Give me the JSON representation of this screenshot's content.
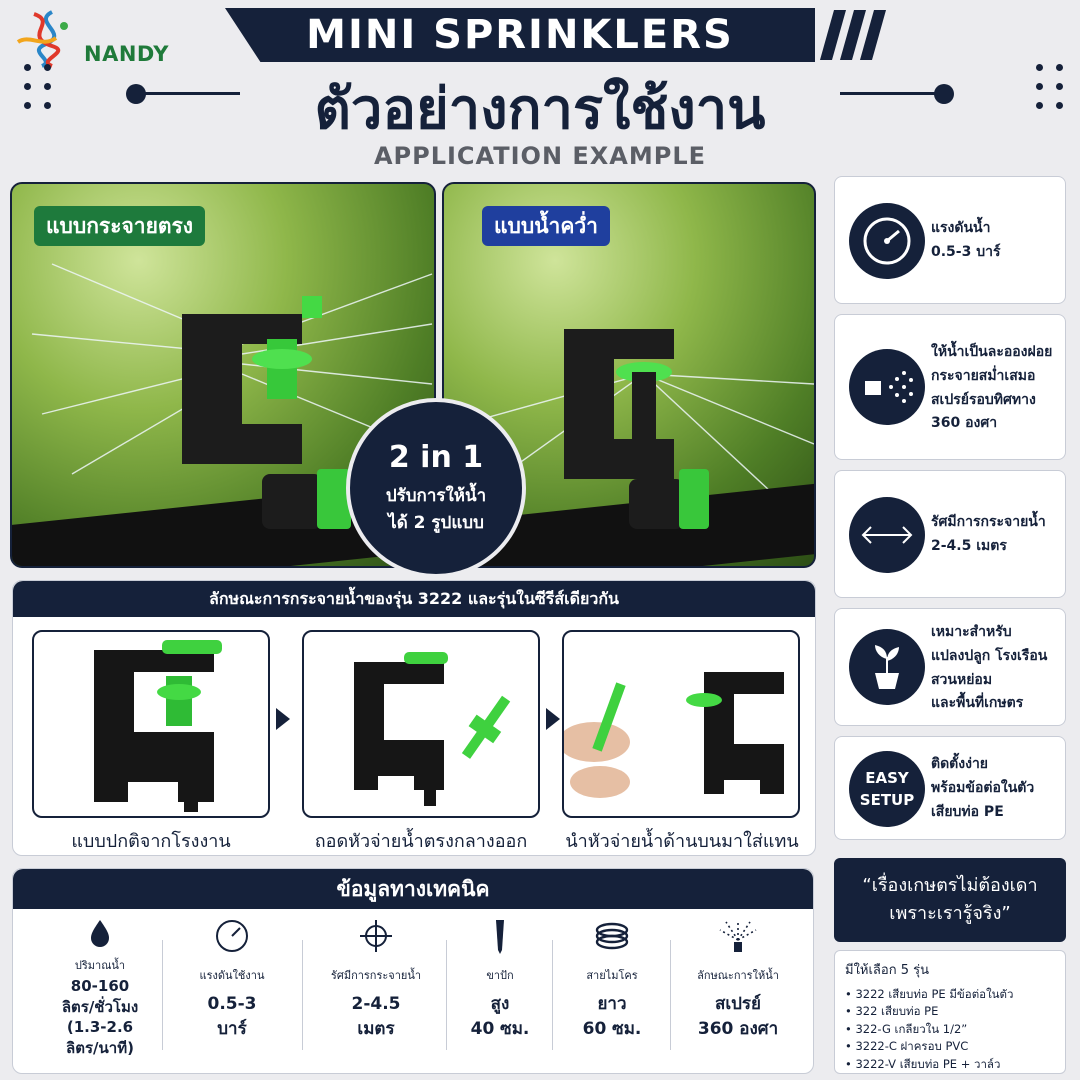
{
  "brand": {
    "name": "NANDY"
  },
  "header": {
    "title": "MINI   SPRINKLERS",
    "thai_title": "ตัวอย่างการใช้งาน",
    "subtitle": "APPLICATION EXAMPLE"
  },
  "photos": {
    "left_tag": "แบบกระจายตรง",
    "right_tag": "แบบน้ำคว่ำ",
    "badge": {
      "line1": "2 in 1",
      "line2": "ปรับการให้น้ำ",
      "line3": "ได้ 2 รูปแบบ"
    }
  },
  "colors": {
    "navy": "#15213a",
    "green_tag": "#1e7a3c",
    "blue_tag": "#1f3f9e",
    "nozzle_green": "#3fd13f"
  },
  "features": [
    {
      "icon": "gauge-icon",
      "lines": [
        "แรงดันน้ำ",
        "0.5-3 บาร์"
      ]
    },
    {
      "icon": "spray-nozzle-icon",
      "lines": [
        "ให้น้ำเป็นละอองฝอย",
        "กระจายสม่ำเสมอ",
        "สเปรย์รอบทิศทาง",
        "360 องศา"
      ]
    },
    {
      "icon": "radius-arrow-icon",
      "lines": [
        "รัศมีการกระจายน้ำ",
        "2-4.5 เมตร"
      ]
    },
    {
      "icon": "plant-pot-icon",
      "lines": [
        "เหมาะสำหรับ",
        "แปลงปลูก โรงเรือน",
        "สวนหย่อม",
        "และพื้นที่เกษตร"
      ]
    },
    {
      "icon": "easy-setup-icon",
      "icon_text_1": "EASY",
      "icon_text_2": "SETUP",
      "lines": [
        "ติดตั้งง่าย",
        "พร้อมข้อต่อในตัว",
        "เสียบท่อ PE"
      ]
    }
  ],
  "quote": {
    "line1": "“เรื่องเกษตรไม่ต้องเดา",
    "line2": "เพราะเรารู้จริง”"
  },
  "models": {
    "heading": "มีให้เลือก 5 รุ่น",
    "items": [
      "• 3222 เสียบท่อ PE มีข้อต่อในตัว",
      "• 322 เสียบท่อ PE",
      "• 322-G เกลียวใน 1/2”",
      "• 3222-C ฝาครอบ PVC",
      "• 3222-V เสียบท่อ PE + วาล์ว"
    ]
  },
  "steps": {
    "heading": "ลักษณะการกระจายน้ำของรุ่น 3222 และรุ่นในซีรีส์เดียวกัน",
    "captions": [
      "แบบปกติจากโรงงาน",
      "ถอดหัวจ่ายน้ำตรงกลางออก",
      "นำหัวจ่ายน้ำด้านบนมาใส่แทน"
    ]
  },
  "specs": {
    "heading": "ข้อมูลทางเทคนิค",
    "items": [
      {
        "icon": "water-drop-icon",
        "label": "ปริมาณน้ำ",
        "value_lines": [
          "80-160",
          "ลิตร/ชั่วโมง",
          "(1.3-2.6",
          "ลิตร/นาที)"
        ]
      },
      {
        "icon": "gauge-icon",
        "label": "แรงดันใช้งาน",
        "value_lines": [
          "0.5-3",
          "บาร์"
        ]
      },
      {
        "icon": "crosshair-icon",
        "label": "รัศมีการกระจายน้ำ",
        "value_lines": [
          "2-4.5",
          "เมตร"
        ]
      },
      {
        "icon": "stake-icon",
        "label": "ขาปัก",
        "value_lines": [
          "สูง",
          "40 ซม."
        ]
      },
      {
        "icon": "hose-coil-icon",
        "label": "สายไมโคร",
        "value_lines": [
          "ยาว",
          "60 ซม."
        ]
      },
      {
        "icon": "spray-icon",
        "label": "ลักษณะการให้น้ำ",
        "value_lines": [
          "สเปรย์",
          "360 องศา"
        ]
      }
    ]
  }
}
